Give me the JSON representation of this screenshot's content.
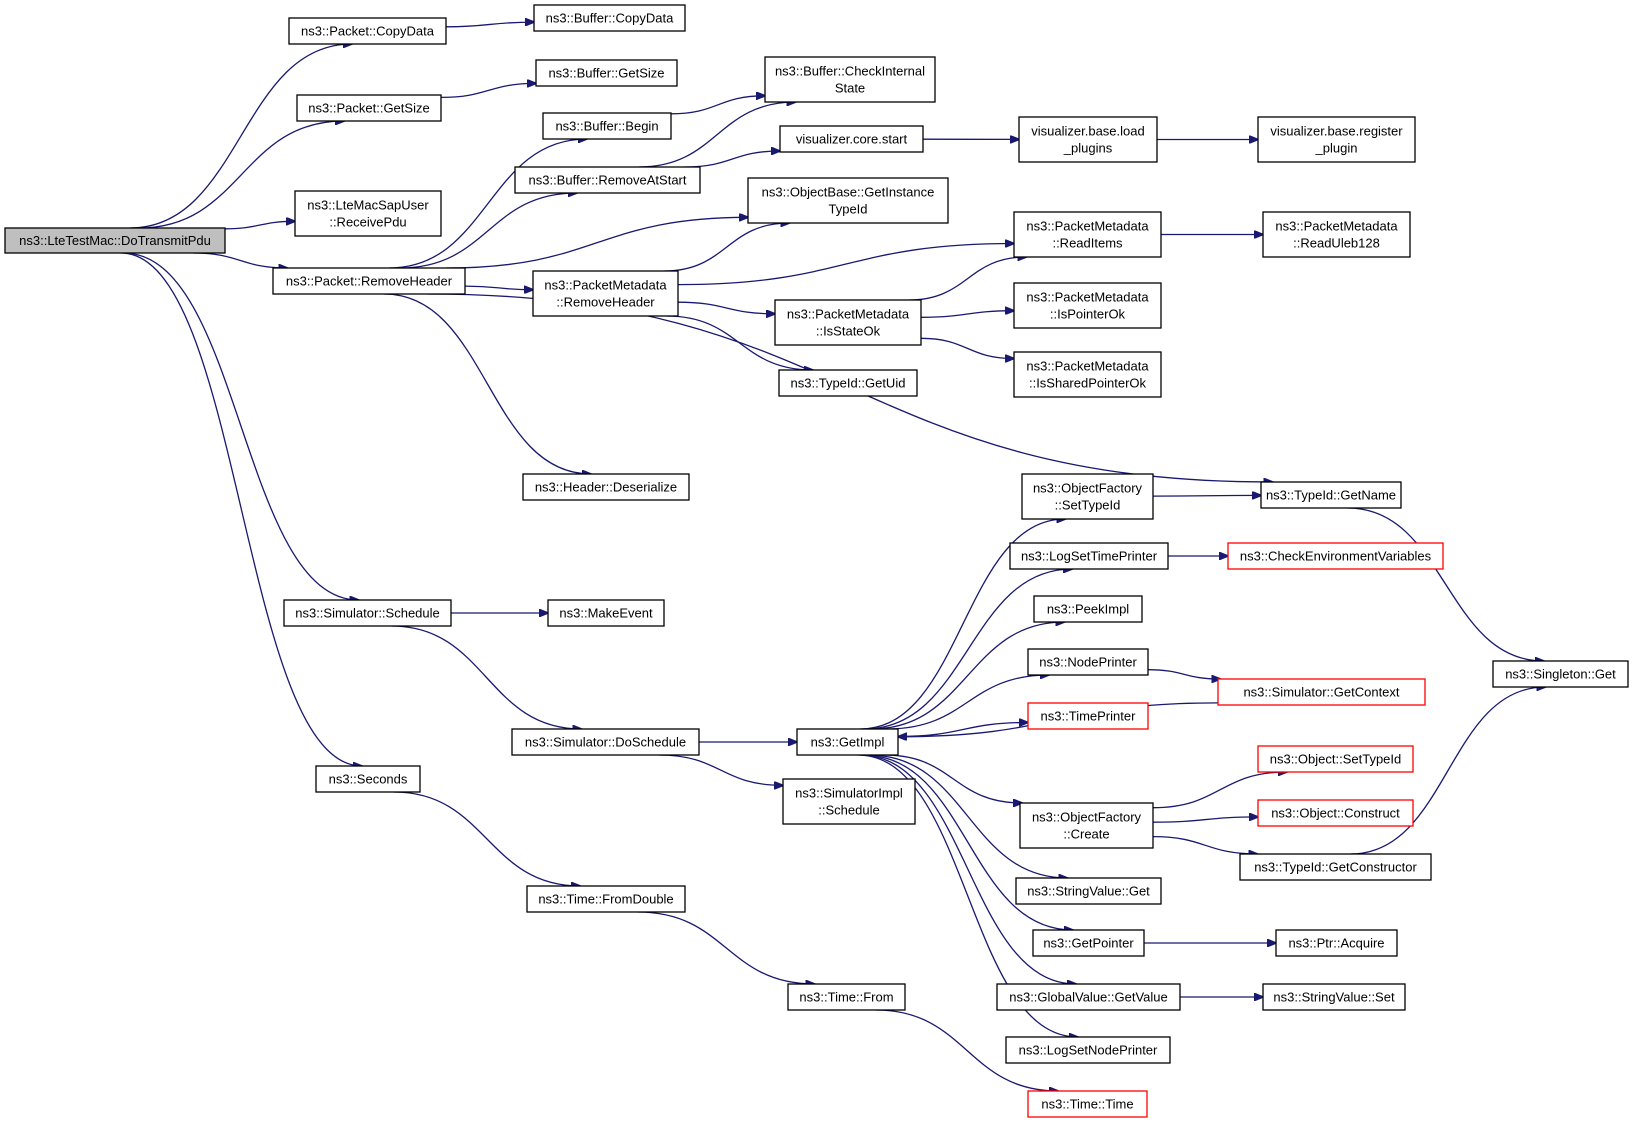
{
  "nodes": [
    {
      "id": "root",
      "lines": [
        "ns3::LteTestMac::DoTransmitPdu"
      ],
      "root": true
    },
    {
      "id": "pkt_copy",
      "lines": [
        "ns3::Packet::CopyData"
      ]
    },
    {
      "id": "buf_copy",
      "lines": [
        "ns3::Buffer::CopyData"
      ]
    },
    {
      "id": "pkt_size",
      "lines": [
        "ns3::Packet::GetSize"
      ]
    },
    {
      "id": "buf_size",
      "lines": [
        "ns3::Buffer::GetSize"
      ]
    },
    {
      "id": "buf_check",
      "lines": [
        "ns3::Buffer::CheckInternal",
        "State"
      ]
    },
    {
      "id": "buf_begin",
      "lines": [
        "ns3::Buffer::Begin"
      ]
    },
    {
      "id": "buf_rm",
      "lines": [
        "ns3::Buffer::RemoveAtStart"
      ]
    },
    {
      "id": "viz_start",
      "lines": [
        "visualizer.core.start"
      ]
    },
    {
      "id": "viz_load",
      "lines": [
        "visualizer.base.load",
        "_plugins"
      ]
    },
    {
      "id": "viz_reg",
      "lines": [
        "visualizer.base.register",
        "_plugin"
      ]
    },
    {
      "id": "sap_user",
      "lines": [
        "ns3::LteMacSapUser",
        "::ReceivePdu"
      ]
    },
    {
      "id": "obj_tid",
      "lines": [
        "ns3::ObjectBase::GetInstance",
        "TypeId"
      ]
    },
    {
      "id": "pkt_rmh",
      "lines": [
        "ns3::Packet::RemoveHeader"
      ]
    },
    {
      "id": "pm_rmh",
      "lines": [
        "ns3::PacketMetadata",
        "::RemoveHeader"
      ]
    },
    {
      "id": "pm_read",
      "lines": [
        "ns3::PacketMetadata",
        "::ReadItems"
      ]
    },
    {
      "id": "pm_uleb",
      "lines": [
        "ns3::PacketMetadata",
        "::ReadUleb128"
      ]
    },
    {
      "id": "pm_state",
      "lines": [
        "ns3::PacketMetadata",
        "::IsStateOk"
      ]
    },
    {
      "id": "pm_ptr",
      "lines": [
        "ns3::PacketMetadata",
        "::IsPointerOk"
      ]
    },
    {
      "id": "pm_shared",
      "lines": [
        "ns3::PacketMetadata",
        "::IsSharedPointerOk"
      ]
    },
    {
      "id": "tid_uid",
      "lines": [
        "ns3::TypeId::GetUid"
      ]
    },
    {
      "id": "hdr_des",
      "lines": [
        "ns3::Header::Deserialize"
      ]
    },
    {
      "id": "of_set",
      "lines": [
        "ns3::ObjectFactory",
        "::SetTypeId"
      ]
    },
    {
      "id": "tid_name",
      "lines": [
        "ns3::TypeId::GetName"
      ]
    },
    {
      "id": "log_tp",
      "lines": [
        "ns3::LogSetTimePrinter"
      ]
    },
    {
      "id": "check_env",
      "lines": [
        "ns3::CheckEnvironmentVariables"
      ],
      "red": true
    },
    {
      "id": "sim_sched",
      "lines": [
        "ns3::Simulator::Schedule"
      ]
    },
    {
      "id": "make_ev",
      "lines": [
        "ns3::MakeEvent"
      ]
    },
    {
      "id": "peek",
      "lines": [
        "ns3::PeekImpl"
      ]
    },
    {
      "id": "node_pr",
      "lines": [
        "ns3::NodePrinter"
      ]
    },
    {
      "id": "get_ctx",
      "lines": [
        "ns3::Simulator::GetContext"
      ],
      "red": true
    },
    {
      "id": "singleton",
      "lines": [
        "ns3::Singleton::Get"
      ]
    },
    {
      "id": "time_pr",
      "lines": [
        "ns3::TimePrinter"
      ],
      "red": true
    },
    {
      "id": "sim_dos",
      "lines": [
        "ns3::Simulator::DoSchedule"
      ]
    },
    {
      "id": "get_impl",
      "lines": [
        "ns3::GetImpl"
      ]
    },
    {
      "id": "obj_set",
      "lines": [
        "ns3::Object::SetTypeId"
      ],
      "red": true
    },
    {
      "id": "seconds",
      "lines": [
        "ns3::Seconds"
      ]
    },
    {
      "id": "simi_sched",
      "lines": [
        "ns3::SimulatorImpl",
        "::Schedule"
      ]
    },
    {
      "id": "of_create",
      "lines": [
        "ns3::ObjectFactory",
        "::Create"
      ]
    },
    {
      "id": "obj_cons",
      "lines": [
        "ns3::Object::Construct"
      ],
      "red": true
    },
    {
      "id": "tid_ctor",
      "lines": [
        "ns3::TypeId::GetConstructor"
      ]
    },
    {
      "id": "sv_get",
      "lines": [
        "ns3::StringValue::Get"
      ]
    },
    {
      "id": "time_fd",
      "lines": [
        "ns3::Time::FromDouble"
      ]
    },
    {
      "id": "get_ptr",
      "lines": [
        "ns3::GetPointer"
      ]
    },
    {
      "id": "ptr_acq",
      "lines": [
        "ns3::Ptr::Acquire"
      ]
    },
    {
      "id": "time_from",
      "lines": [
        "ns3::Time::From"
      ]
    },
    {
      "id": "gv_get",
      "lines": [
        "ns3::GlobalValue::GetValue"
      ]
    },
    {
      "id": "sv_set",
      "lines": [
        "ns3::StringValue::Set"
      ]
    },
    {
      "id": "log_np",
      "lines": [
        "ns3::LogSetNodePrinter"
      ]
    },
    {
      "id": "time_time",
      "lines": [
        "ns3::Time::Time"
      ],
      "red": true
    }
  ],
  "edges": [
    [
      "root",
      "pkt_copy"
    ],
    [
      "root",
      "pkt_size"
    ],
    [
      "root",
      "sap_user"
    ],
    [
      "root",
      "pkt_rmh"
    ],
    [
      "root",
      "sim_sched"
    ],
    [
      "root",
      "seconds"
    ],
    [
      "pkt_copy",
      "buf_copy"
    ],
    [
      "pkt_size",
      "buf_size"
    ],
    [
      "buf_begin",
      "buf_check"
    ],
    [
      "buf_rm",
      "buf_check"
    ],
    [
      "buf_rm",
      "viz_start"
    ],
    [
      "viz_start",
      "viz_load"
    ],
    [
      "viz_load",
      "viz_reg"
    ],
    [
      "pkt_rmh",
      "buf_begin"
    ],
    [
      "pkt_rmh",
      "buf_rm"
    ],
    [
      "pkt_rmh",
      "obj_tid"
    ],
    [
      "pkt_rmh",
      "pm_rmh"
    ],
    [
      "pkt_rmh",
      "hdr_des"
    ],
    [
      "pkt_rmh",
      "tid_name"
    ],
    [
      "pm_rmh",
      "obj_tid"
    ],
    [
      "pm_rmh",
      "pm_read"
    ],
    [
      "pm_rmh",
      "pm_state"
    ],
    [
      "pm_rmh",
      "tid_uid"
    ],
    [
      "pm_read",
      "pm_uleb"
    ],
    [
      "pm_state",
      "pm_read"
    ],
    [
      "pm_state",
      "pm_ptr"
    ],
    [
      "pm_state",
      "pm_shared"
    ],
    [
      "sim_sched",
      "make_ev"
    ],
    [
      "sim_sched",
      "sim_dos"
    ],
    [
      "sim_dos",
      "get_impl"
    ],
    [
      "sim_dos",
      "simi_sched"
    ],
    [
      "get_impl",
      "of_set"
    ],
    [
      "get_impl",
      "log_tp"
    ],
    [
      "get_impl",
      "peek"
    ],
    [
      "get_impl",
      "node_pr"
    ],
    [
      "get_impl",
      "time_pr"
    ],
    [
      "get_impl",
      "of_create"
    ],
    [
      "get_impl",
      "sv_get"
    ],
    [
      "get_impl",
      "get_ptr"
    ],
    [
      "get_impl",
      "gv_get"
    ],
    [
      "get_impl",
      "log_np"
    ],
    [
      "of_set",
      "tid_name"
    ],
    [
      "log_tp",
      "check_env"
    ],
    [
      "node_pr",
      "get_ctx"
    ],
    [
      "get_ctx",
      "get_impl"
    ],
    [
      "tid_name",
      "singleton"
    ],
    [
      "of_create",
      "obj_set"
    ],
    [
      "of_create",
      "obj_cons"
    ],
    [
      "of_create",
      "tid_ctor"
    ],
    [
      "tid_ctor",
      "singleton"
    ],
    [
      "get_ptr",
      "ptr_acq"
    ],
    [
      "gv_get",
      "sv_set"
    ],
    [
      "seconds",
      "time_fd"
    ],
    [
      "time_fd",
      "time_from"
    ],
    [
      "time_from",
      "time_time"
    ]
  ]
}
